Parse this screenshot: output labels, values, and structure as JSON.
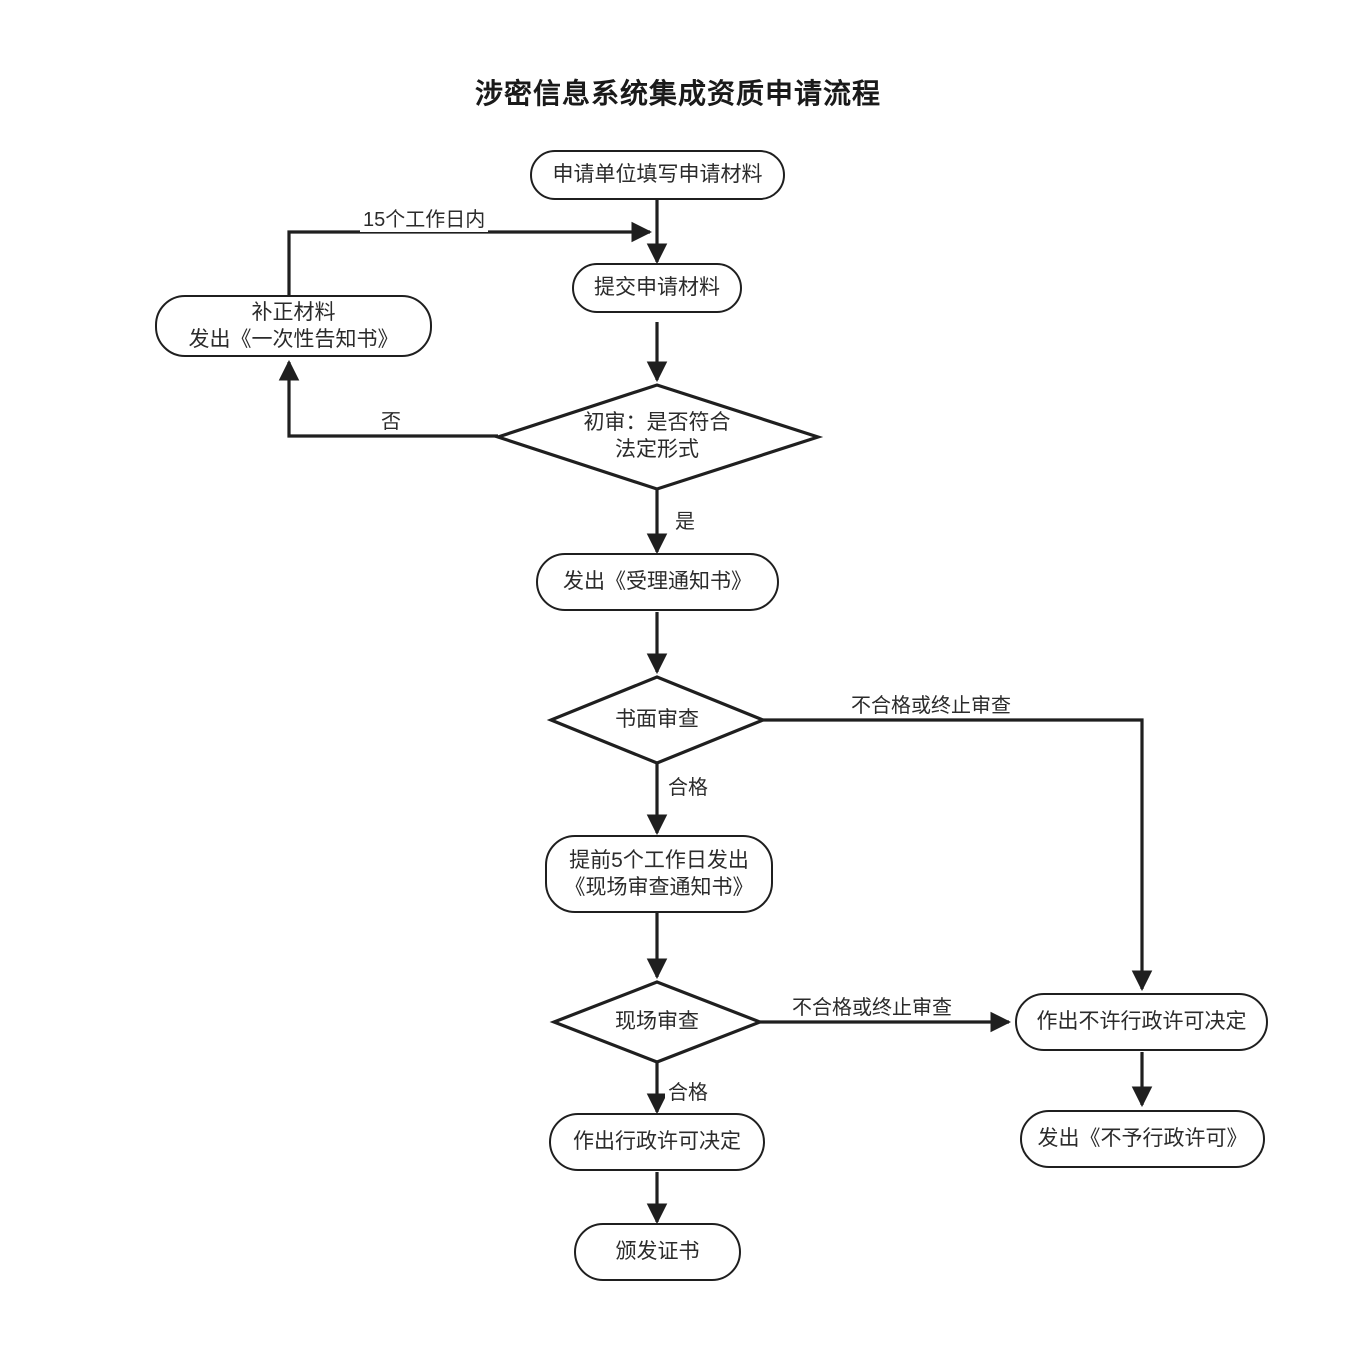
{
  "title": "涉密信息系统集成资质申请流程",
  "colors": {
    "stroke": "#1f1f1f",
    "text": "#2b2b2b",
    "title": "#1a1a1a",
    "background": "#ffffff"
  },
  "nodes": {
    "fill_application": {
      "label": "申请单位填写申请材料",
      "shape": "rounded-rect"
    },
    "submit_application": {
      "label": "提交申请材料",
      "shape": "rounded-rect"
    },
    "supplement_materials": {
      "label": "补正材料\n发出《一次性告知书》",
      "shape": "rounded-rect"
    },
    "preliminary_review": {
      "label": "初审：是否符合\n法定形式",
      "shape": "diamond"
    },
    "acceptance_notice": {
      "label": "发出《受理通知书》",
      "shape": "rounded-rect"
    },
    "document_review": {
      "label": "书面审查",
      "shape": "diamond"
    },
    "onsite_notice": {
      "label": "提前5个工作日发出\n《现场审查通知书》",
      "shape": "rounded-rect"
    },
    "onsite_review": {
      "label": "现场审查",
      "shape": "diamond"
    },
    "grant_decision": {
      "label": "作出行政许可决定",
      "shape": "rounded-rect"
    },
    "issue_certificate": {
      "label": "颁发证书",
      "shape": "rounded-rect"
    },
    "deny_decision": {
      "label": "作出不许行政许可决定",
      "shape": "rounded-rect"
    },
    "deny_notice": {
      "label": "发出《不予行政许可》",
      "shape": "rounded-rect"
    }
  },
  "edge_labels": {
    "within_15_days": "15个工作日内",
    "preliminary_no": "否",
    "preliminary_yes": "是",
    "document_fail": "不合格或终止审查",
    "document_pass": "合格",
    "onsite_fail": "不合格或终止审查",
    "onsite_pass": "合格"
  }
}
